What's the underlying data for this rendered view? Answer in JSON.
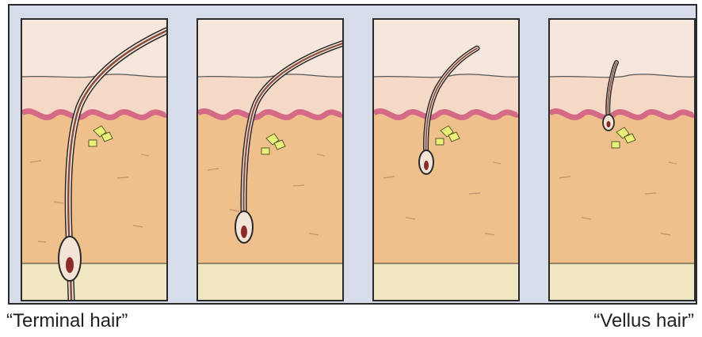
{
  "captions": {
    "left": "“Terminal hair”",
    "right": "“Vellus hair”"
  },
  "colors": {
    "frame_background": "#d6dde8",
    "skin_surface": "#f6e6dc",
    "epidermis": "#d46a86",
    "dermis": "#efbf8c",
    "fat_layer": "#efe6c2",
    "hair_shaft": "#8a4a3a",
    "sebaceous_gland": "#e8f07a",
    "outline": "#2a2a2a"
  },
  "panels": [
    {
      "stage": "terminal"
    },
    {
      "stage": "intermediate-1"
    },
    {
      "stage": "intermediate-2"
    },
    {
      "stage": "vellus"
    }
  ]
}
